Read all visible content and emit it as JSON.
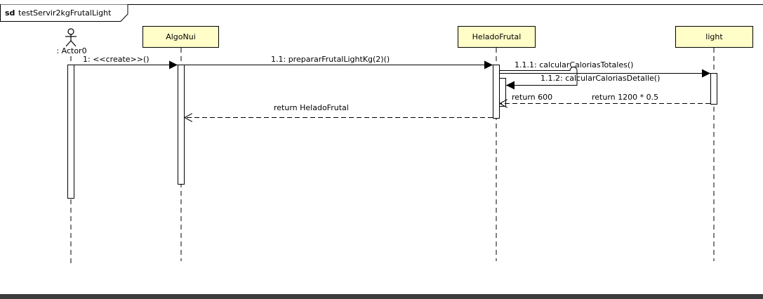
{
  "frame": {
    "keyword": "sd",
    "name": "testServir2kgFrutalLight"
  },
  "actor": {
    "label": ": Actor0"
  },
  "lifelines": [
    {
      "id": "algonui",
      "label": "AlgoNui"
    },
    {
      "id": "heladofrutal",
      "label": "HeladoFrutal"
    },
    {
      "id": "light",
      "label": "light"
    }
  ],
  "messages": [
    {
      "id": "m1",
      "label": "1: <<create>>()"
    },
    {
      "id": "m11",
      "label": "1.1: prepararFrutalLightKg(2)()"
    },
    {
      "id": "m111",
      "label": "1.1.1: calcularCaloriasTotales()"
    },
    {
      "id": "m112",
      "label": "1.1.2: calcularCaloriasDetalle()"
    },
    {
      "id": "r600",
      "label": "return 600"
    },
    {
      "id": "r1200",
      "label": "return  1200 * 0.5"
    },
    {
      "id": "rhelado",
      "label": "return HeladoFrutal"
    }
  ],
  "colors": {
    "lifeline_fill": "#fffdc8",
    "line": "#000000",
    "bottom_bar": "#3c3c3c"
  }
}
